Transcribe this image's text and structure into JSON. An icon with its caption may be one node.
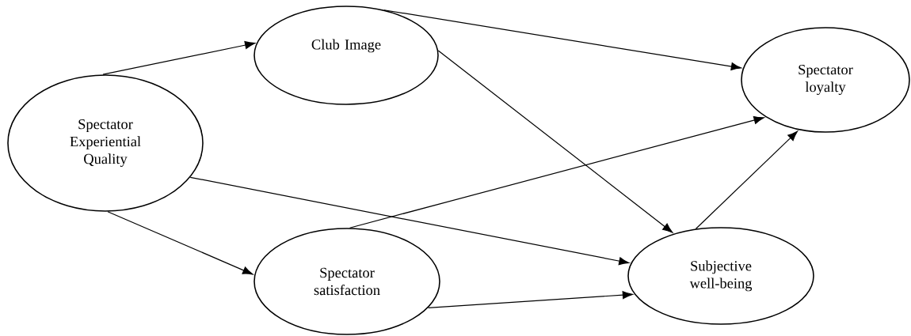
{
  "diagram": {
    "nodes": [
      {
        "text": [
          "Spectator Experiential Quality"
        ]
      },
      {
        "text": [
          "Club Image"
        ]
      },
      {
        "text": [
          "Spectator loyalty"
        ]
      },
      {
        "text": [
          "Spectator satisfaction"
        ]
      },
      {
        "text": [
          "Subjective well-being"
        ]
      }
    ],
    "edges": [
      {
        "from": 0,
        "to": 1,
        "arrow": "to"
      },
      {
        "from": 1,
        "to": 2,
        "arrow": "to"
      },
      {
        "from": 1,
        "to": 4,
        "arrow": "to"
      },
      {
        "from": 0,
        "to": 4,
        "arrow": "to"
      },
      {
        "from": 0,
        "to": 3,
        "arrow": "to"
      },
      {
        "from": 3,
        "to": 2,
        "arrow": "to"
      },
      {
        "from": 3,
        "to": 4,
        "arrow": "to"
      },
      {
        "from": 4,
        "to": 2,
        "arrow": "to"
      }
    ]
  }
}
